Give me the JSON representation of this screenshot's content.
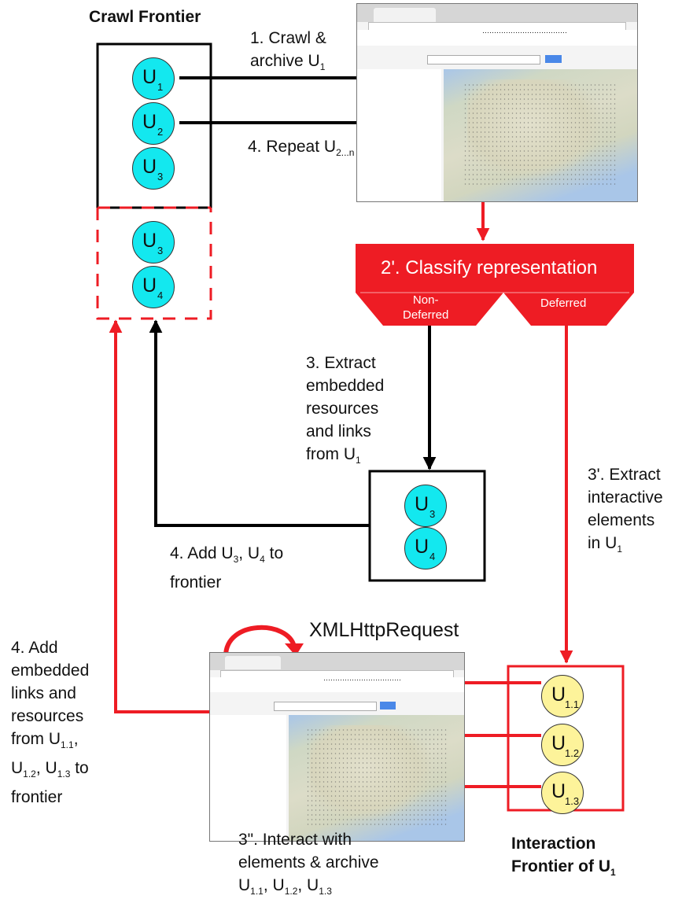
{
  "diagram": {
    "crawl_frontier_title": "Crawl Frontier",
    "interaction_frontier_title": {
      "line1": "Interaction",
      "line2": "Frontier of U",
      "sub": "1"
    },
    "classify_label": "2'. Classify representation",
    "non_deferred_label": {
      "line1": "Non-",
      "line2": "Deferred"
    },
    "deferred_label": "Deferred",
    "xmlhttprequest_label": "XMLHttpRequest",
    "steps": {
      "crawl": {
        "line1": "1. Crawl &",
        "line2": "archive U",
        "sub": "1"
      },
      "repeat": {
        "text": "4. Repeat U",
        "sub": "2...n"
      },
      "extract": {
        "line1": "3. Extract",
        "line2": "embedded",
        "line3": "resources",
        "line4": "and links",
        "line5": "from U",
        "sub": "1"
      },
      "add_frontier": {
        "a": "4. Add U",
        "s1": "3",
        "b": ", U",
        "s2": "4",
        "c": " to",
        "line2": "frontier"
      },
      "extract_interactive": {
        "line1": "3'. Extract",
        "line2": "interactive",
        "line3": "elements",
        "line4": "in U",
        "sub": "1"
      },
      "add_embedded": {
        "line1": "4. Add",
        "line2": "embedded",
        "line3": "links and",
        "line4": "resources",
        "line5a": "from U",
        "line5s": "1.1",
        "line5b": ",",
        "line6a": "U",
        "line6s1": "1.2",
        "line6b": ", U",
        "line6s2": "1.3",
        "line6c": " to",
        "line7": "frontier"
      },
      "interact": {
        "line1": "3\". Interact with",
        "line2": "elements & archive",
        "l3a": "U",
        "l3s1": "1.1",
        "l3b": ", U",
        "l3s2": "1.2",
        "l3c": ", U",
        "l3s3": "1.3"
      }
    },
    "nodes": {
      "frontier_main": [
        {
          "letter": "U",
          "sub": "1"
        },
        {
          "letter": "U",
          "sub": "2"
        },
        {
          "letter": "U",
          "sub": "3"
        }
      ],
      "frontier_dashed": [
        {
          "letter": "U",
          "sub": "3"
        },
        {
          "letter": "U",
          "sub": "4"
        }
      ],
      "extracted": [
        {
          "letter": "U",
          "sub": "3"
        },
        {
          "letter": "U",
          "sub": "4"
        }
      ],
      "interaction": [
        {
          "letter": "U",
          "sub": "1.1"
        },
        {
          "letter": "U",
          "sub": "1.2"
        },
        {
          "letter": "U",
          "sub": "1.3"
        }
      ]
    },
    "colors": {
      "red": "#ee1c24",
      "black": "#000000",
      "cyan_node": "#13e8ef",
      "yellow_node": "#fdf39a"
    }
  }
}
